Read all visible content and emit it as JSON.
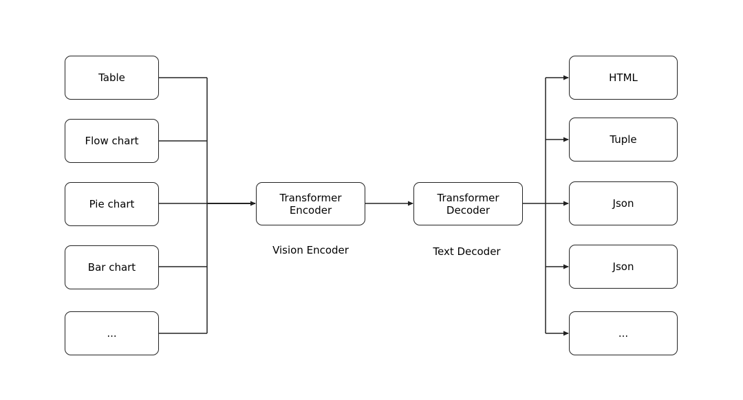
{
  "inputs": {
    "items": [
      {
        "label": "Table"
      },
      {
        "label": "Flow chart"
      },
      {
        "label": "Pie chart"
      },
      {
        "label": "Bar chart"
      },
      {
        "label": "..."
      }
    ]
  },
  "encoder": {
    "box_label": "Transformer\nEncoder",
    "caption": "Vision Encoder"
  },
  "decoder": {
    "box_label": "Transformer\nDecoder",
    "caption": "Text Decoder"
  },
  "outputs": {
    "items": [
      {
        "label": "HTML"
      },
      {
        "label": "Tuple"
      },
      {
        "label": "Json"
      },
      {
        "label": "Json"
      },
      {
        "label": "..."
      }
    ]
  },
  "colors": {
    "stroke": "#222222",
    "background": "#ffffff"
  }
}
